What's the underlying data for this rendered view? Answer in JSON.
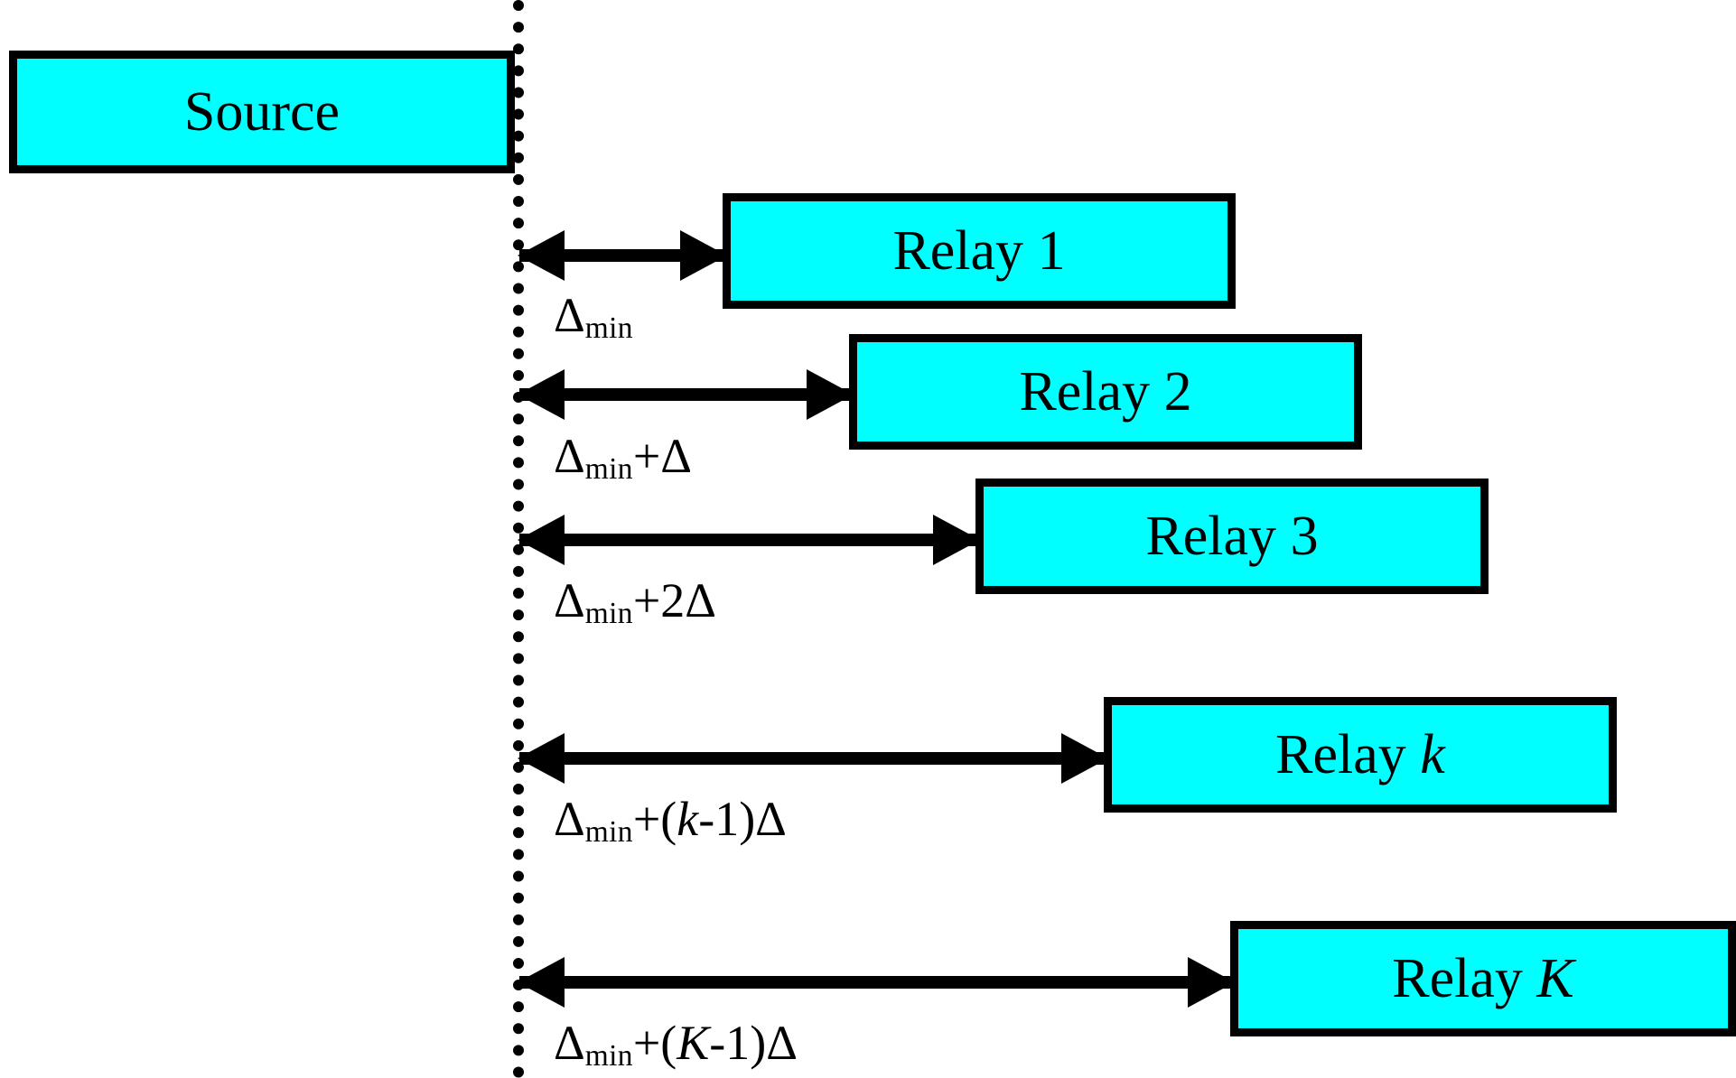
{
  "diagram": {
    "title": "Relay transmission timing diagram",
    "colors": {
      "box_fill": "#00ffff",
      "box_border": "#000000",
      "background": "#ffffff",
      "arrow": "#000000",
      "timeline": "#000000"
    },
    "timeline_label": "source-transmission-boundary",
    "source": {
      "label": "Source"
    },
    "relays": [
      {
        "label_prefix": "Relay",
        "label_index": "1",
        "label_italic": false,
        "delay_prefix": "Δ",
        "delay_subscript": "min",
        "delay_suffix": "",
        "delay_suffix_italic": "",
        "delay_suffix_tail": "",
        "delay_text": "Δmin"
      },
      {
        "label_prefix": "Relay",
        "label_index": "2",
        "label_italic": false,
        "delay_prefix": "Δ",
        "delay_subscript": "min",
        "delay_suffix": "+",
        "delay_suffix_italic": "",
        "delay_suffix_tail": "Δ",
        "delay_text": "Δmin+Δ"
      },
      {
        "label_prefix": "Relay",
        "label_index": "3",
        "label_italic": false,
        "delay_prefix": "Δ",
        "delay_subscript": "min",
        "delay_suffix": "+2",
        "delay_suffix_italic": "",
        "delay_suffix_tail": "Δ",
        "delay_text": "Δmin+2Δ"
      },
      {
        "label_prefix": "Relay",
        "label_index": "k",
        "label_italic": true,
        "delay_prefix": "Δ",
        "delay_subscript": "min",
        "delay_suffix": "+(",
        "delay_suffix_italic": "k",
        "delay_suffix_tail": "-1)Δ",
        "delay_text": "Δmin+(k-1)Δ"
      },
      {
        "label_prefix": "Relay",
        "label_index": "K",
        "label_italic": true,
        "delay_prefix": "Δ",
        "delay_subscript": "min",
        "delay_suffix": "+(",
        "delay_suffix_italic": "K",
        "delay_suffix_tail": "-1)Δ",
        "delay_text": "Δmin+(K-1)Δ"
      }
    ]
  }
}
